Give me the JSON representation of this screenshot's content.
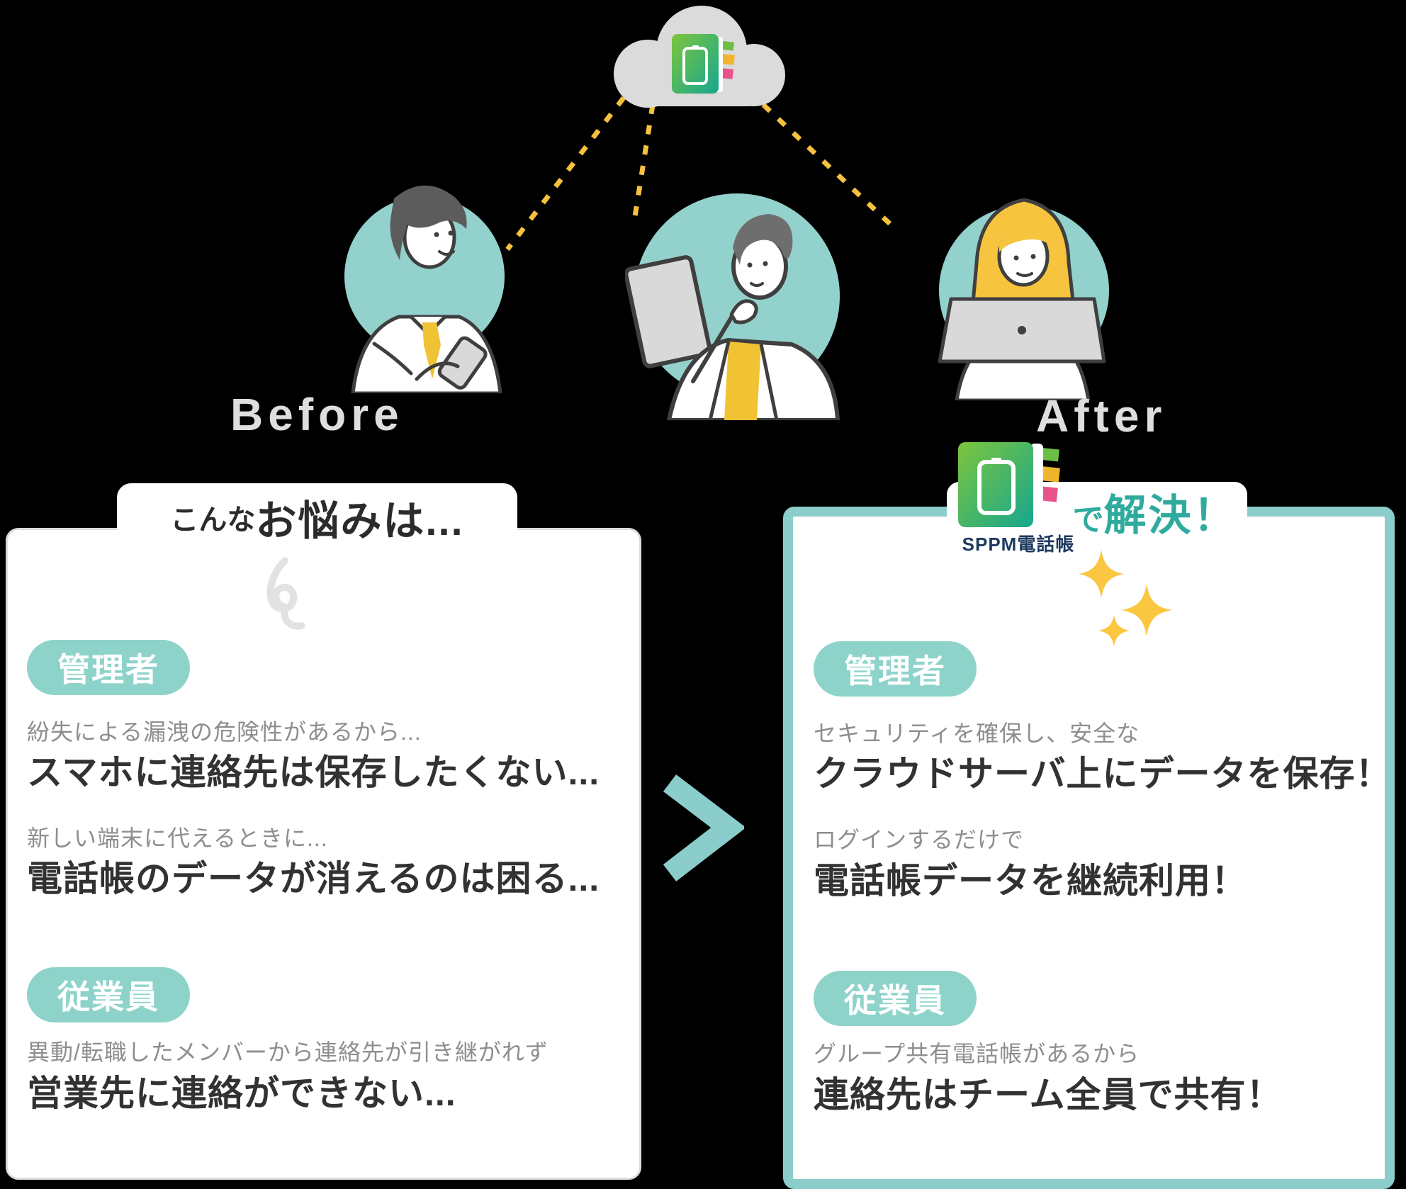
{
  "labels": {
    "before": "Before",
    "after": "After"
  },
  "left_card": {
    "tab": {
      "small": "こんな",
      "large": "お悩みは..."
    },
    "sections": [
      {
        "badge": "管理者",
        "items": [
          {
            "sub": "紛失による漏洩の危険性があるから...",
            "main": "スマホに連絡先は保存したくない..."
          },
          {
            "sub": "新しい端末に代えるときに...",
            "main": "電話帳のデータが消えるのは困る..."
          }
        ]
      },
      {
        "badge": "従業員",
        "items": [
          {
            "sub": "異動/転職したメンバーから連絡先が引き継がれず",
            "main": "営業先に連絡ができない..."
          }
        ]
      }
    ]
  },
  "right_card": {
    "tab": {
      "app_label": "SPPM電話帳",
      "particle": "で",
      "main": "解決！"
    },
    "sections": [
      {
        "badge": "管理者",
        "items": [
          {
            "sub": "セキュリティを確保し、安全な",
            "main": "クラウドサーバ上にデータを保存！"
          },
          {
            "sub": "ログインするだけで",
            "main": "電話帳データを継続利用！"
          }
        ]
      },
      {
        "badge": "従業員",
        "items": [
          {
            "sub": "グループ共有電話帳があるから",
            "main": "連絡先はチーム全員で共有！"
          }
        ]
      }
    ]
  },
  "icons": {
    "cloud": "cloud-icon",
    "app": "sppm-phonebook-app-icon",
    "sparkles": "sparkles-icon",
    "squiggle": "squiggle-icon",
    "chevron": "chevron-right-icon",
    "person_left": "man-with-smartphone-illustration",
    "person_center": "man-with-tablet-illustration",
    "person_right": "woman-with-laptop-illustration"
  },
  "colors": {
    "teal_border": "#8bcdca",
    "teal_badge": "#8ed3ca",
    "teal_circle": "#93d1cc",
    "teal_text": "#2fab9e",
    "yellow": "#f6c13e",
    "app_green_start": "#7cc53c",
    "app_green_end": "#17a78f",
    "gray_text": "#8e8e8e",
    "dark_text": "#323232",
    "phase_label_gray": "#dedede",
    "navy": "#1e3a5f",
    "cloud_gray": "#dbdbdb"
  }
}
